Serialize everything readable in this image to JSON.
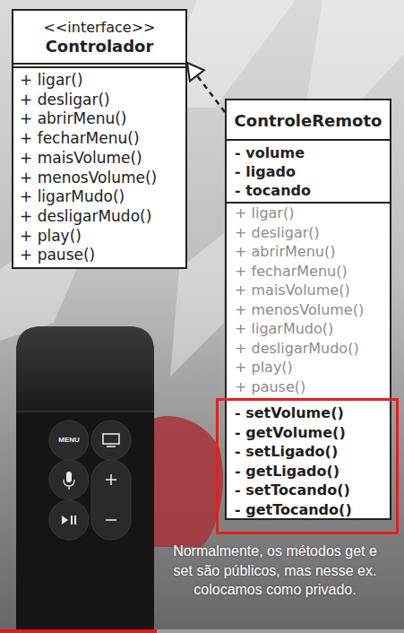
{
  "diagram": {
    "caption": "Normalmente, os métodos get e set são públicos, mas nesse ex. colocamos como privado.",
    "nodes": [
      {
        "text": [
          "<<interface>>",
          "Controlador",
          "+ ligar()",
          "+ desligar()",
          "+ abrirMenu()",
          "+ fecharMenu()",
          "+ maisVolume()",
          "+ menosVolume()",
          "+ ligarMudo()",
          "+ desligarMudo()",
          "+ play()",
          "+ pause()"
        ]
      },
      {
        "text": [
          "ControleRemoto",
          "- volume",
          "- ligado",
          "- tocando",
          "+ ligar()",
          "+ desligar()",
          "+ abrirMenu()",
          "+ fecharMenu()",
          "+ maisVolume()",
          "+ menosVolume()",
          "+ ligarMudo()",
          "+ desligarMudo()",
          "+ play()",
          "+ pause()"
        ]
      },
      {
        "text": [
          "- setVolume()",
          "- getVolume()",
          "- setLigado()",
          "- getLigado()",
          "- setTocando()",
          "- getTocando()"
        ],
        "in": 1
      }
    ],
    "edges": [
      {
        "from": 1,
        "to": 0,
        "arrow": "to"
      }
    ],
    "labels": [
      "MENU"
    ]
  }
}
